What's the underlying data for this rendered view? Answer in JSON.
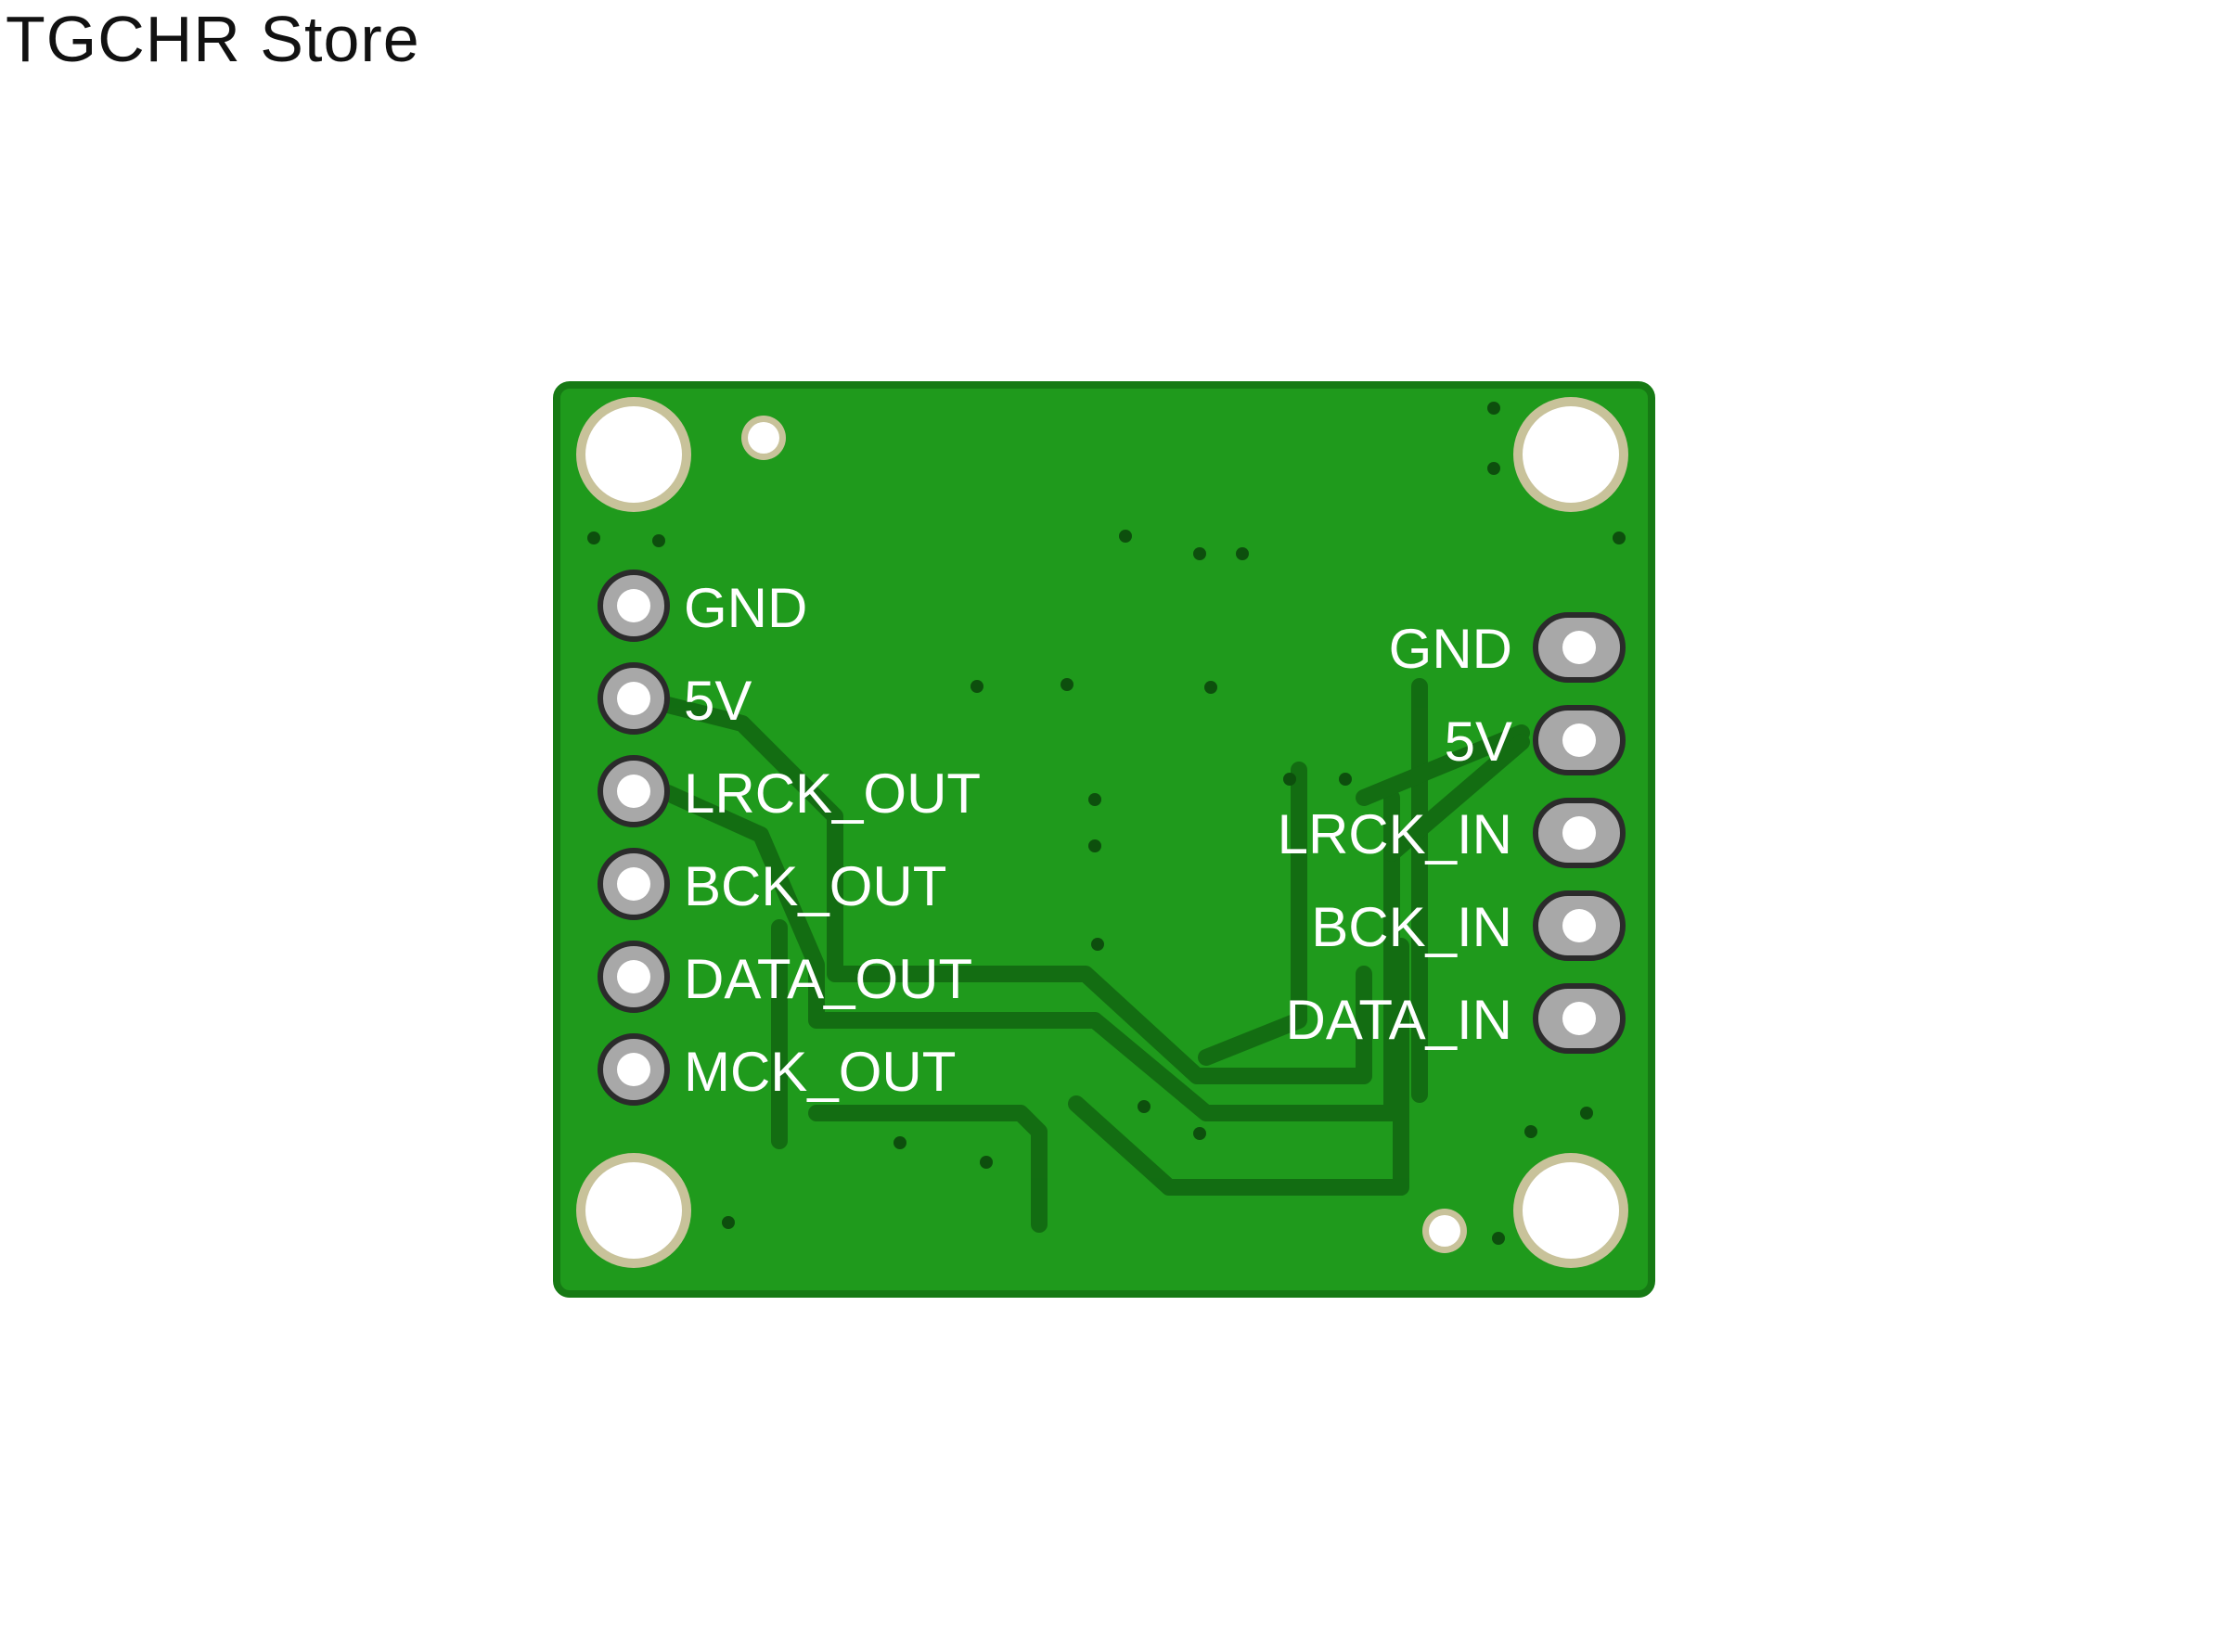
{
  "store": {
    "name": "TGCHR Store"
  },
  "colors": {
    "background": "#ffffff",
    "pcb": "#1f9a1c",
    "pcb_edge": "#167a14",
    "trace": "#0f5e0f",
    "silkscreen": "#ffffff",
    "pad_ring": "#a8a8a8"
  },
  "board": {
    "left_header": {
      "pins": [
        {
          "label": "GND"
        },
        {
          "label": "5V"
        },
        {
          "label": "LRCK_OUT"
        },
        {
          "label": "BCK_OUT"
        },
        {
          "label": "DATA_OUT"
        },
        {
          "label": "MCK_OUT"
        }
      ]
    },
    "right_header": {
      "pins": [
        {
          "label": "GND"
        },
        {
          "label": "5V"
        },
        {
          "label": "LRCK_IN"
        },
        {
          "label": "BCK_IN"
        },
        {
          "label": "DATA_IN"
        }
      ]
    }
  }
}
